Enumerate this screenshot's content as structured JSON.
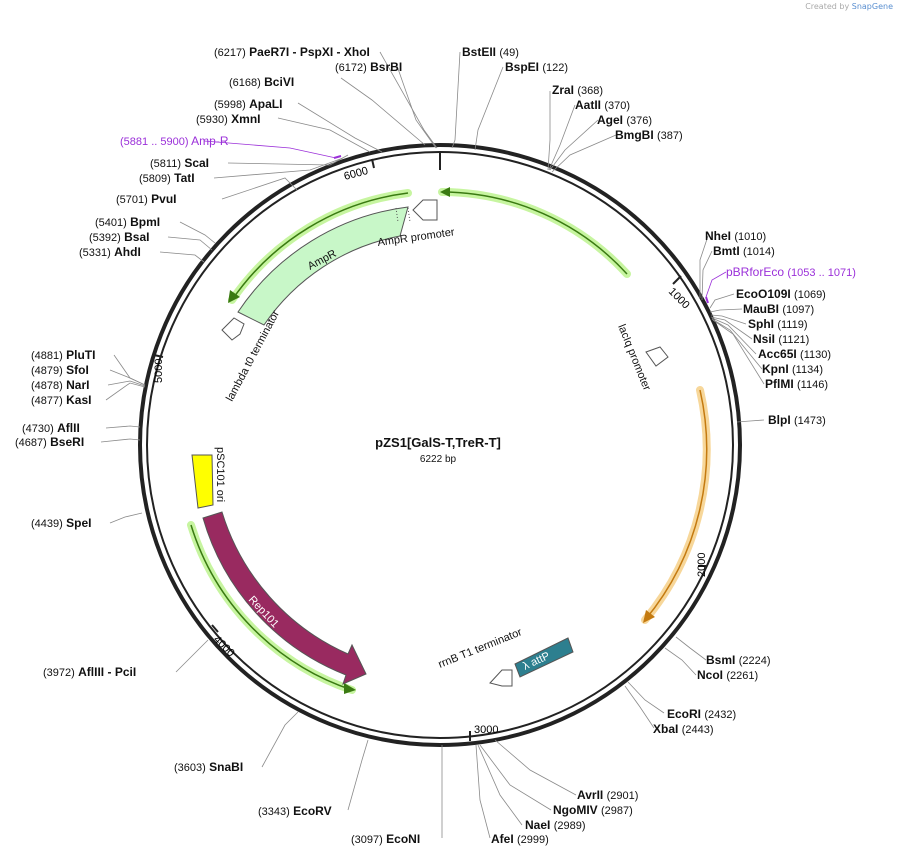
{
  "credit": {
    "prefix": "Created by",
    "brand": "SnapGene"
  },
  "plasmid": {
    "name": "pZS1[GalS-T,TreR-T]",
    "length_label": "6222 bp",
    "length": 6222
  },
  "ticks": [
    "1000",
    "2000",
    "3000",
    "4000",
    "5000",
    "6000"
  ],
  "sites": [
    {
      "name": "PaeR7I",
      "pos": "(6217)",
      "extra": "- PspXI - XhoI",
      "bp": 6217
    },
    {
      "name": "BsrBI",
      "pos": "(6172)",
      "bp": 6172
    },
    {
      "name": "BciVI",
      "pos": "(6168)",
      "bp": 6168
    },
    {
      "name": "ApaLI",
      "pos": "(5998)",
      "bp": 5998
    },
    {
      "name": "XmnI",
      "pos": "(5930)",
      "bp": 5930
    },
    {
      "name": "ScaI",
      "pos": "(5811)",
      "bp": 5811
    },
    {
      "name": "TatI",
      "pos": "(5809)",
      "bp": 5809
    },
    {
      "name": "PvuI",
      "pos": "(5701)",
      "bp": 5701
    },
    {
      "name": "BpmI",
      "pos": "(5401)",
      "bp": 5401
    },
    {
      "name": "BsaI",
      "pos": "(5392)",
      "bp": 5392
    },
    {
      "name": "AhdI",
      "pos": "(5331)",
      "bp": 5331
    },
    {
      "name": "PluTI",
      "pos": "(4881)",
      "bp": 4881
    },
    {
      "name": "SfoI",
      "pos": "(4879)",
      "bp": 4879
    },
    {
      "name": "NarI",
      "pos": "(4878)",
      "bp": 4878
    },
    {
      "name": "KasI",
      "pos": "(4877)",
      "bp": 4877
    },
    {
      "name": "AflII",
      "pos": "(4730)",
      "bp": 4730
    },
    {
      "name": "BseRI",
      "pos": "(4687)",
      "bp": 4687
    },
    {
      "name": "SpeI",
      "pos": "(4439)",
      "bp": 4439
    },
    {
      "name": "AflIII",
      "pos": "(3972)",
      "extra": "- PciI",
      "bp": 3972
    },
    {
      "name": "SnaBI",
      "pos": "(3603)",
      "bp": 3603
    },
    {
      "name": "EcoRV",
      "pos": "(3343)",
      "bp": 3343
    },
    {
      "name": "EcoNI",
      "pos": "(3097)",
      "bp": 3097
    },
    {
      "name": "BstEII",
      "pos": "(49)",
      "bp": 49
    },
    {
      "name": "BspEI",
      "pos": "(122)",
      "bp": 122
    },
    {
      "name": "ZraI",
      "pos": "(368)",
      "bp": 368
    },
    {
      "name": "AatII",
      "pos": "(370)",
      "bp": 370
    },
    {
      "name": "AgeI",
      "pos": "(376)",
      "bp": 376
    },
    {
      "name": "BmgBI",
      "pos": "(387)",
      "bp": 387
    },
    {
      "name": "NheI",
      "pos": "(1010)",
      "bp": 1010
    },
    {
      "name": "BmtI",
      "pos": "(1014)",
      "bp": 1014
    },
    {
      "name": "EcoO109I",
      "pos": "(1069)",
      "bp": 1069
    },
    {
      "name": "MauBI",
      "pos": "(1097)",
      "bp": 1097
    },
    {
      "name": "SphI",
      "pos": "(1119)",
      "bp": 1119
    },
    {
      "name": "NsiI",
      "pos": "(1121)",
      "bp": 1121
    },
    {
      "name": "Acc65I",
      "pos": "(1130)",
      "bp": 1130
    },
    {
      "name": "KpnI",
      "pos": "(1134)",
      "bp": 1134
    },
    {
      "name": "PflMI",
      "pos": "(1146)",
      "bp": 1146
    },
    {
      "name": "BlpI",
      "pos": "(1473)",
      "bp": 1473
    },
    {
      "name": "BsmI",
      "pos": "(2224)",
      "bp": 2224
    },
    {
      "name": "NcoI",
      "pos": "(2261)",
      "bp": 2261
    },
    {
      "name": "EcoRI",
      "pos": "(2432)",
      "bp": 2432
    },
    {
      "name": "XbaI",
      "pos": "(2443)",
      "bp": 2443
    },
    {
      "name": "AvrII",
      "pos": "(2901)",
      "bp": 2901
    },
    {
      "name": "NgoMIV",
      "pos": "(2987)",
      "bp": 2987
    },
    {
      "name": "NaeI",
      "pos": "(2989)",
      "bp": 2989
    },
    {
      "name": "AfeI",
      "pos": "(2999)",
      "bp": 2999
    }
  ],
  "primers": [
    {
      "name": "Amp-R",
      "range": "(5881 .. 5900)"
    },
    {
      "name": "pBRforEco",
      "range": "(1053 .. 1071)"
    }
  ],
  "features": {
    "ampr_promoter": "AmpR promoter",
    "ampr": "AmpR",
    "lambda_t0": "lambda t0 terminator",
    "laciq_promoter": "lacIq promoter",
    "psc101_ori": "pSC101 ori",
    "rep101": "Rep101",
    "rrnb_t1": "rrnB T1 terminator",
    "lambda_attp": "λ attP"
  },
  "colors": {
    "backbone": "#222222",
    "label": "#111111",
    "primer": "#9b30d9",
    "ampr_fill": "#c8f7c8",
    "ori_fill": "#ffff00",
    "rep101_fill": "#992a60",
    "attp_fill": "#2d7f8f",
    "orf_arrow": "#3a7a12",
    "orf_glow": "#c7f5a0",
    "laci_arrow": "#c47a10",
    "laci_glow": "#f7d79a",
    "leader": "#8a8a8a"
  }
}
